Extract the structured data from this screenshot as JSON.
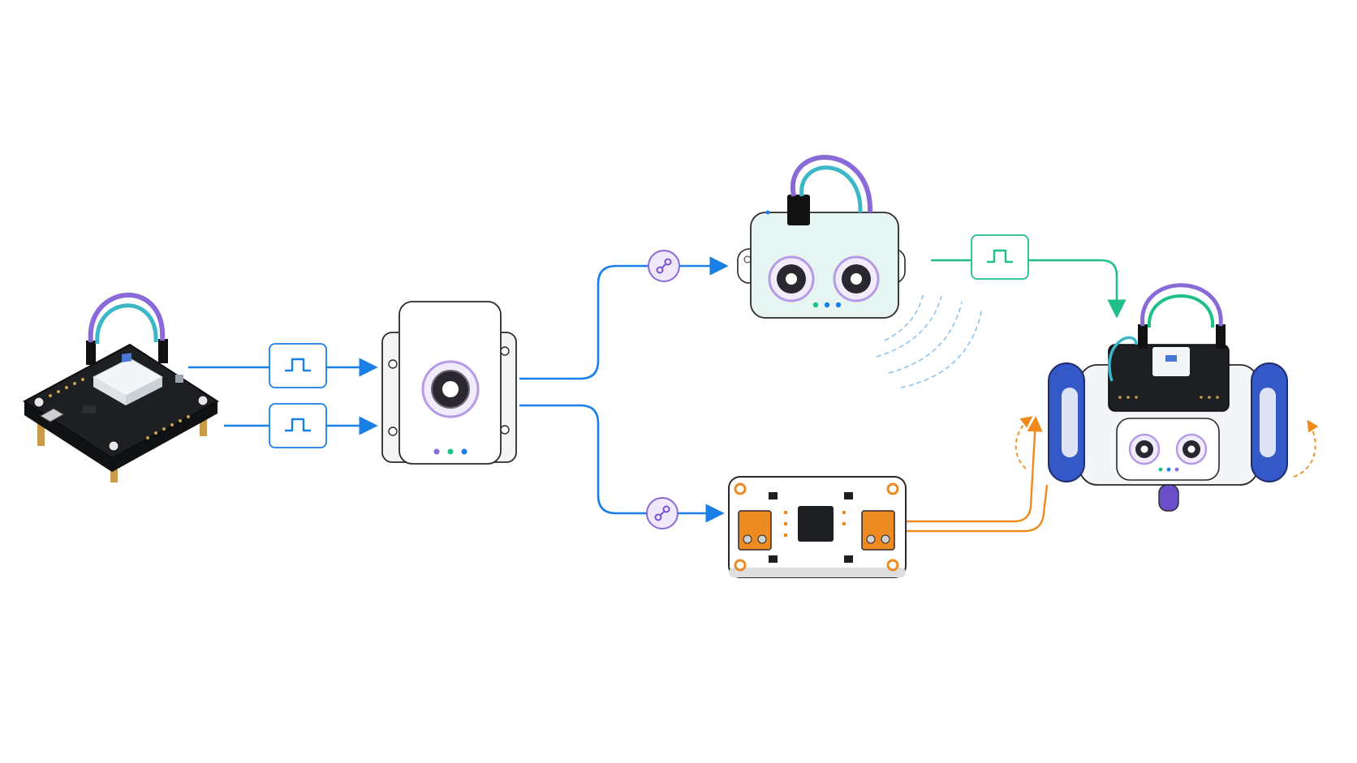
{
  "colors": {
    "background": "#ffffff",
    "signal_blue": "#1a7fe6",
    "feedback_green": "#1fbf8a",
    "power_orange": "#f08a1c",
    "cable_purple": "#8a6ad8",
    "cable_teal": "#3bb8c8",
    "board_black": "#1d1f22",
    "wheel_blue": "#3558c9",
    "terminal_orange": "#ee8a22",
    "sensor_mint": "#e6f5f1"
  },
  "nodes": [
    {
      "id": "controller_board",
      "icon": "microcontroller-board-icon"
    },
    {
      "id": "camera_module",
      "icon": "camera-module-icon"
    },
    {
      "id": "ultrasonic_sensor",
      "icon": "ultrasonic-sensor-icon"
    },
    {
      "id": "motor_driver",
      "icon": "motor-driver-board-icon"
    },
    {
      "id": "robot_car",
      "icon": "robot-car-icon"
    }
  ],
  "edges": [
    {
      "from": "controller_board",
      "to": "camera_module",
      "marker": "pulse-signal-icon"
    },
    {
      "from": "controller_board",
      "to": "camera_module",
      "marker": "pulse-signal-icon"
    },
    {
      "from": "camera_module",
      "to": "ultrasonic_sensor",
      "marker": "link-node-icon"
    },
    {
      "from": "camera_module",
      "to": "motor_driver",
      "marker": "link-node-icon"
    },
    {
      "from": "ultrasonic_sensor",
      "to": "robot_car",
      "marker": "pulse-signal-icon"
    },
    {
      "from": "motor_driver",
      "to": "robot_car",
      "marker": "power-wires"
    }
  ]
}
